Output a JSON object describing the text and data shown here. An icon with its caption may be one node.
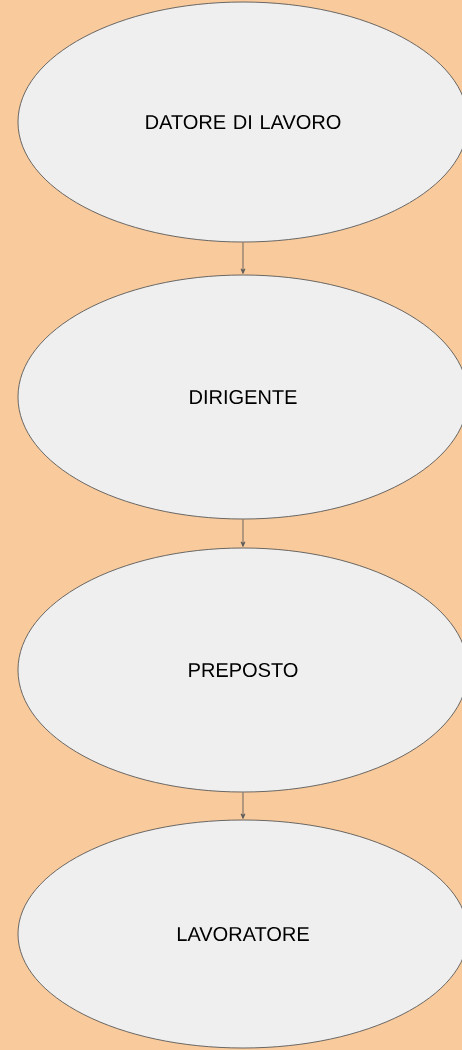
{
  "diagram": {
    "nodes": [
      {
        "text": [
          "DATORE DI LAVORO"
        ]
      },
      {
        "text": [
          "DIRIGENTE"
        ]
      },
      {
        "text": [
          "PREPOSTO"
        ]
      },
      {
        "text": [
          "LAVORATORE"
        ]
      }
    ],
    "edges": [
      {
        "from": 0,
        "to": 1,
        "arrow": "to"
      },
      {
        "from": 1,
        "to": 2,
        "arrow": "to"
      },
      {
        "from": 2,
        "to": 3,
        "arrow": "to"
      }
    ]
  }
}
